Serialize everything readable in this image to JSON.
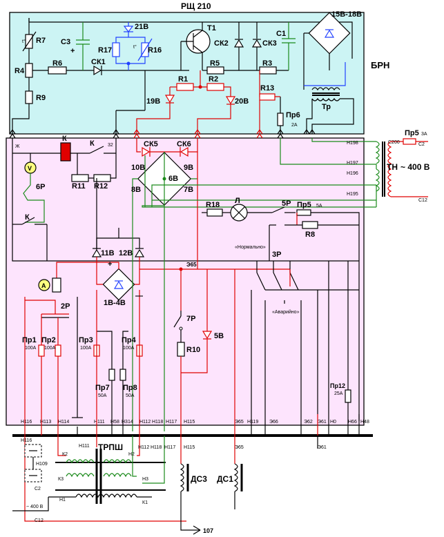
{
  "title": "РЩ 210",
  "brn_label": "БРН",
  "brn": {
    "R7": "R7",
    "t_sym": "t°",
    "C3": "C3",
    "plus": "+",
    "R17": "R17",
    "R16": "R16",
    "D21": "21В",
    "T1": "T1",
    "CK2": "СК2",
    "CK3": "СК3",
    "C1": "C1",
    "bridge15": "15В-18В",
    "R4": "R4",
    "R6": "R6",
    "CK1": "СК1",
    "R5": "R5",
    "R3": "R3",
    "R9": "R9",
    "R1": "R1",
    "R2": "R2",
    "R13": "R13",
    "D19": "19В",
    "D20": "20В",
    "Pr6": "Пр6",
    "Pr6_rating": "2А",
    "Tr": "Тр"
  },
  "panel": {
    "Zh": "Ж",
    "K": "К",
    "K_contact": "К",
    "n32": "32",
    "R11": "R11",
    "R12": "R12",
    "V": "V",
    "P6": "6Р",
    "K2": "К",
    "CK5": "СК5",
    "CK6": "СК6",
    "D10": "10В",
    "D9": "9В",
    "D6": "6В",
    "D8": "8В",
    "D7": "7В",
    "R18": "R18",
    "L": "Л",
    "P5": "5Р",
    "Pr5": "Пр5",
    "Pr5_rating": "5А",
    "R8": "R8",
    "normal": "«Нормально»",
    "P3": "3Р",
    "emergency": "«Аварийно»",
    "D11": "11В",
    "D12": "12В",
    "plus": "+",
    "minus": "—",
    "bridge1": "1В-4В",
    "E65": "Э65",
    "A": "A",
    "P2": "2Р",
    "P7": "7Р",
    "D5": "5В",
    "R10": "R10",
    "Pr1": "Пр1",
    "Pr1_rating": "100А",
    "Pr2": "Пр2",
    "Pr2_rating": "100А",
    "Pr3": "Пр3",
    "Pr3_rating": "100А",
    "Pr4": "Пр4",
    "Pr4_rating": "100А",
    "Pr7": "Пр7",
    "Pr7_rating": "50А",
    "Pr8": "Пр8",
    "Pr8_rating": "50А",
    "Pr12": "Пр12",
    "Pr12_rating": "25А"
  },
  "tn": {
    "H198": "Н198",
    "H197": "Н197",
    "H196": "Н196",
    "H195": "Н195",
    "C200": "С200",
    "C12": "С12",
    "Pr5": "Пр5",
    "Pr5_rating": "3А",
    "C2": "С2",
    "TN": "ТН",
    "voltage": "~ 400 В"
  },
  "terminals": [
    "Н116",
    "Н113",
    "Н114",
    "Н111",
    "Н58",
    "Н314",
    "Н112",
    "Н118",
    "Н117",
    "Н115",
    "Э65",
    "Н119",
    "Э66",
    "Э62",
    "Э61",
    "Н0",
    "Н66",
    "Н48"
  ],
  "lower": {
    "H116": "Н116",
    "H109": "Н109",
    "C2": "С2",
    "H1": "Н1",
    "v400": "~ 400 В",
    "C12": "С12",
    "H111": "Н111",
    "TRPSH": "ТРПШ",
    "K2": "К2",
    "H2": "Н2",
    "K3": "К3",
    "H3": "Н3",
    "K1": "К1",
    "H112": "Н112",
    "H118": "Н118",
    "H117": "Н117",
    "H115": "Н115",
    "E65": "Э65",
    "E61": "Э61",
    "DS3": "ДС3",
    "DS1": "ДС1",
    "n107": "107"
  }
}
